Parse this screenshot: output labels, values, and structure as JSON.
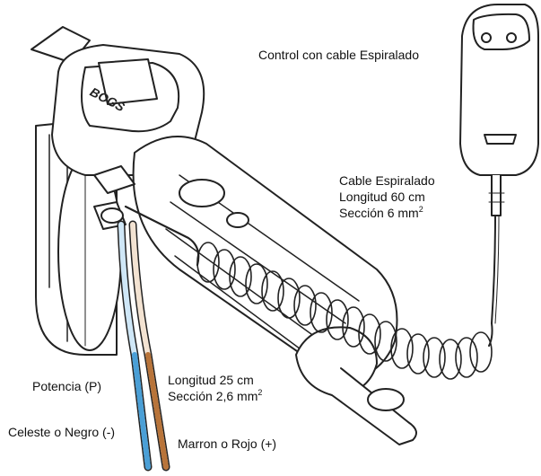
{
  "labels": {
    "control": "Control con cable Espiralado",
    "cable_title": "Cable Espiralado",
    "cable_length": "Longitud 60 cm",
    "cable_section": "Sección 6 mm",
    "cable_section_exp": "2",
    "power": "Potencia (P)",
    "power_length": "Longitud 25 cm",
    "power_section": "Sección 2,6 mm",
    "power_section_exp": "2",
    "negative": "Celeste o Negro (-)",
    "positive": "Marron o Rojo (+)"
  },
  "colors": {
    "blue_wire": "#4a9fd6",
    "brown_wire": "#b8743a",
    "outline": "#222222"
  },
  "icons": {
    "motor": "winch-motor-illustration",
    "remote": "remote-control-illustration",
    "coil": "coiled-cable-illustration"
  }
}
